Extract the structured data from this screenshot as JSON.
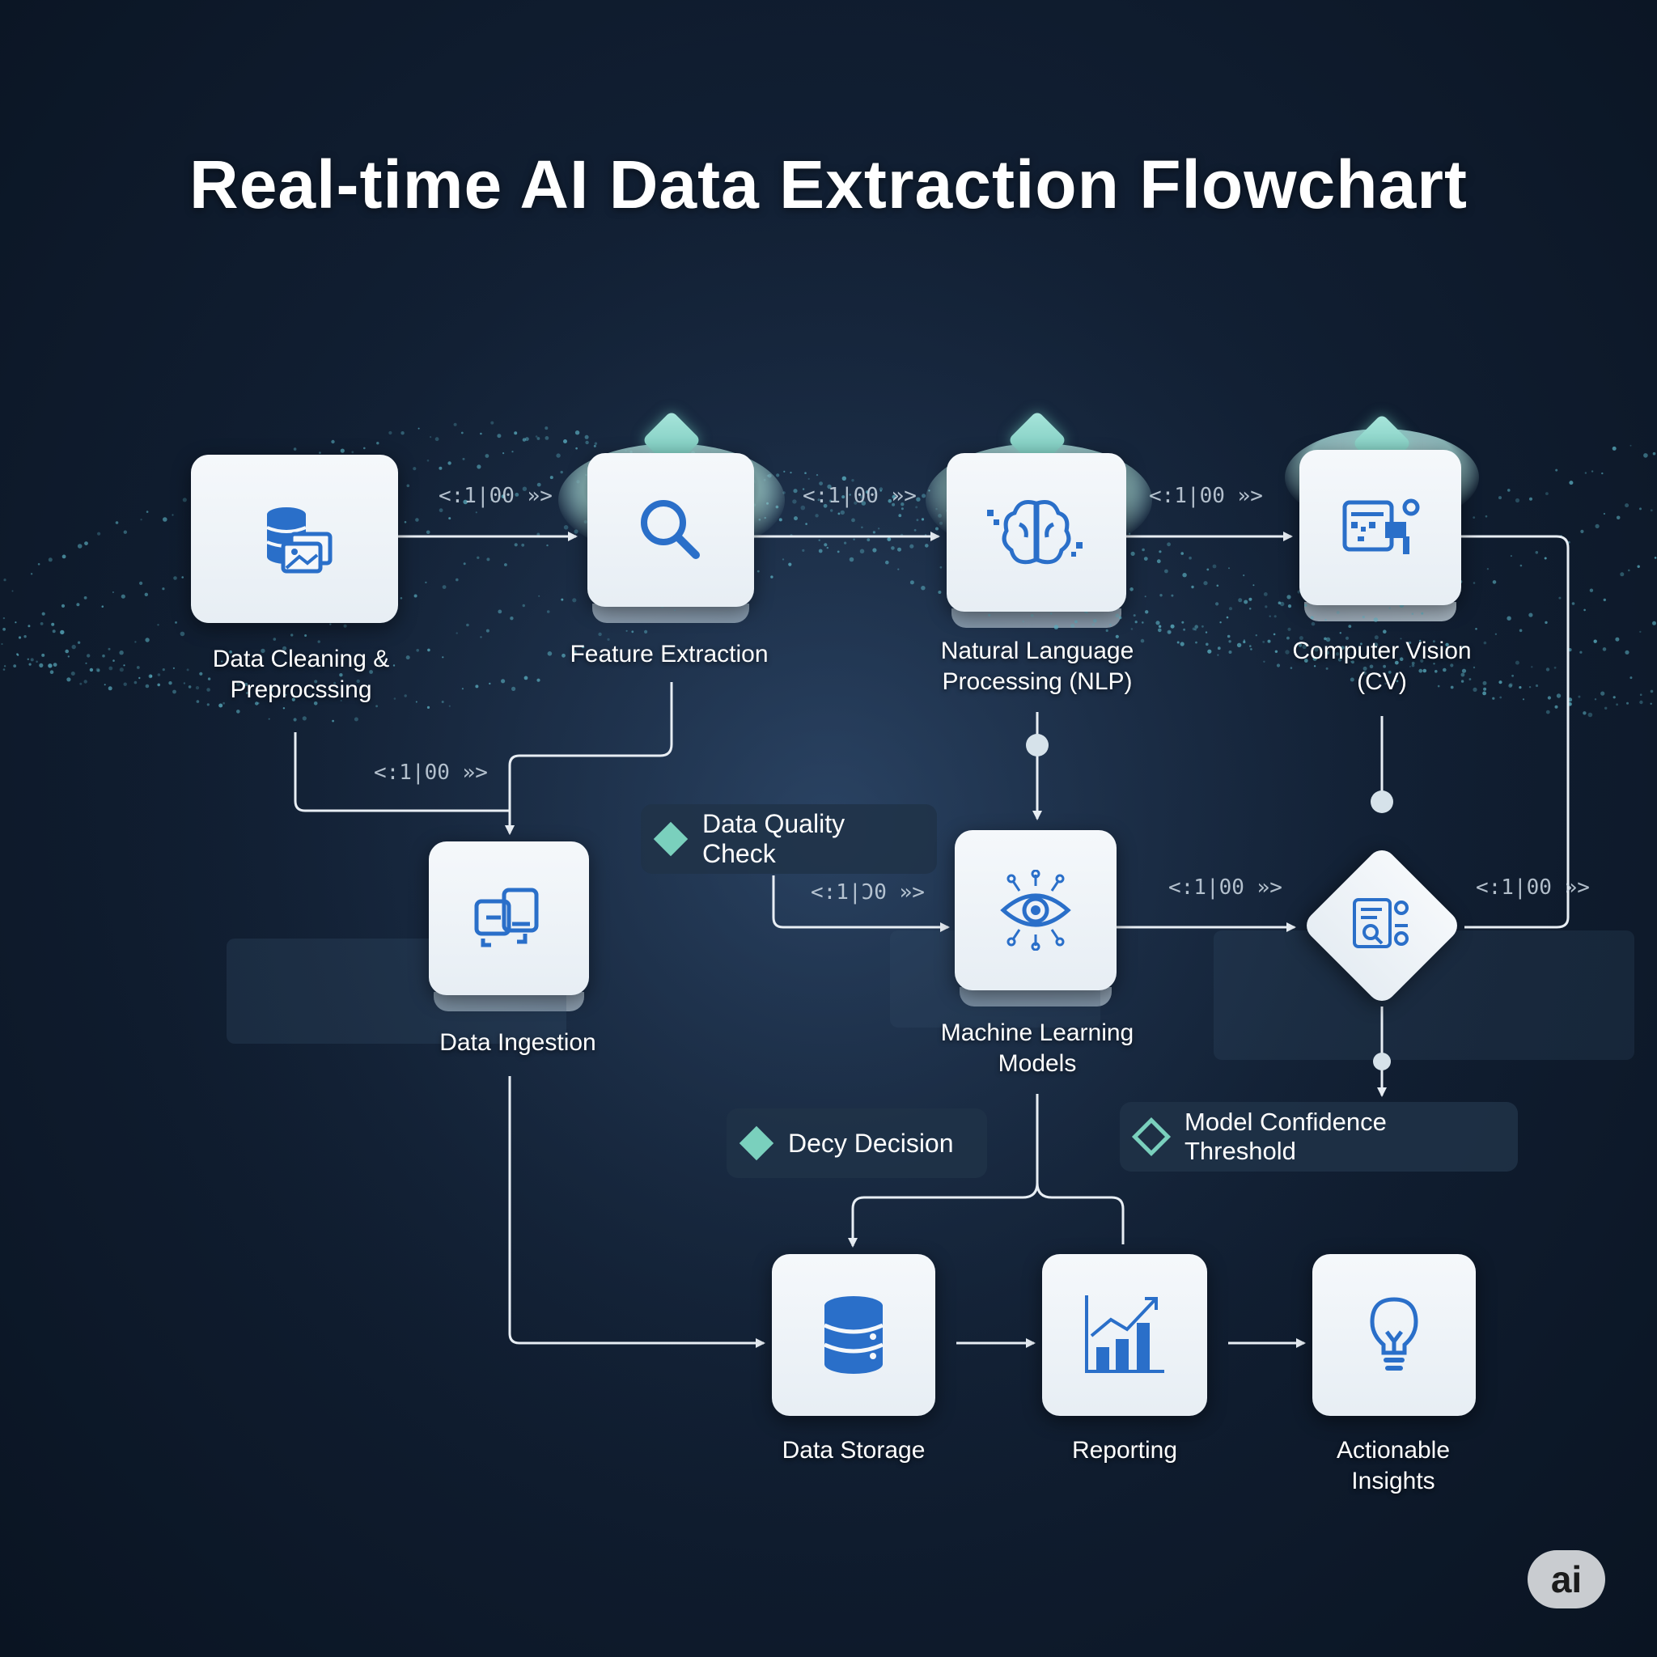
{
  "title": "Real-time AI Data Extraction Flowchart",
  "code_snippet": "<:1|00 »>",
  "code_snippet_alt": "<:1|Ͻ0 »>",
  "nodes": {
    "cleaning": "Data Cleaning & Preprocssing",
    "cleaning_l1": "Data Cleaning &",
    "cleaning_l2": "Preprocssing",
    "feature": "Feature Extraction",
    "nlp_l1": "Natural Language",
    "nlp_l2": "Processing (NLP)",
    "cv_l1": "Computer Vision",
    "cv_l2": "(CV)",
    "ingestion": "Data Ingestion",
    "ml_l1": "Machine Learning",
    "ml_l2": "Models",
    "storage": "Data Storage",
    "reporting": "Reporting",
    "insights_l1": "Actionable",
    "insights_l2": "Insights"
  },
  "tags": {
    "quality": "Data Quality Check",
    "decision": "Decy Decision",
    "threshold": "Model Confidence Threshold"
  },
  "badge": "ai",
  "colors": {
    "accent": "#2a6fc9",
    "teal": "#7ad0bd",
    "line": "#e8eef4"
  }
}
